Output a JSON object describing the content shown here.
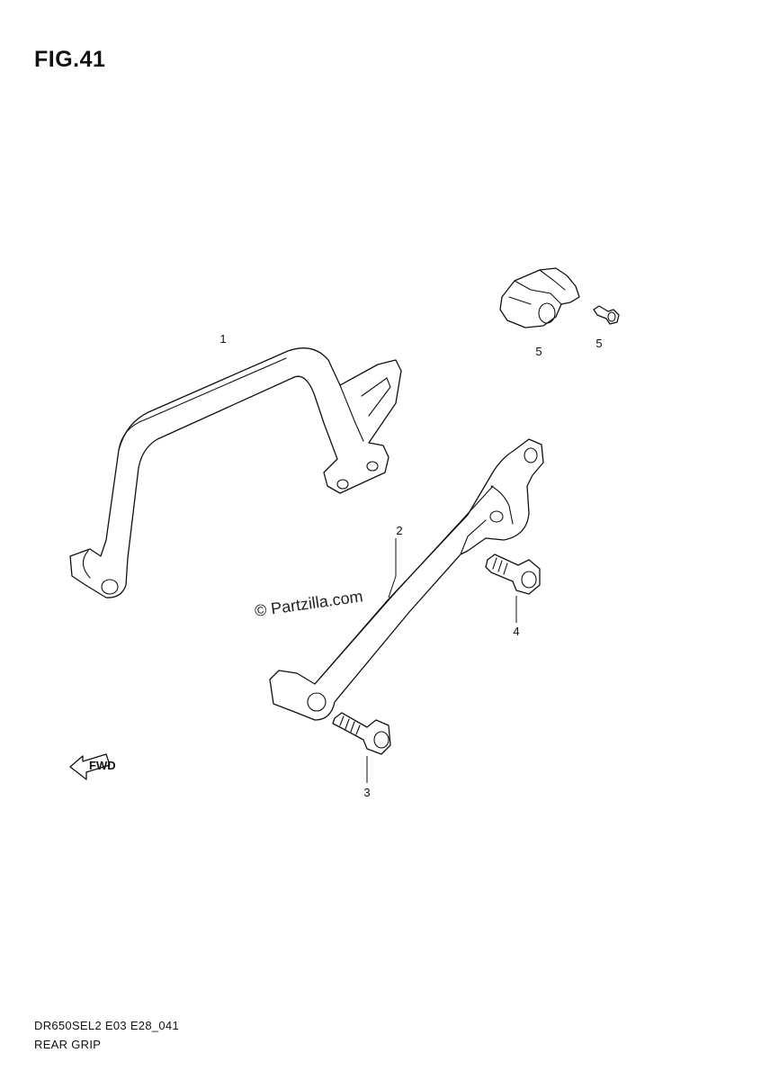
{
  "figure": {
    "title": "FIG.41"
  },
  "callouts": [
    "1",
    "2",
    "3",
    "4",
    "5",
    "5"
  ],
  "watermark": "© Partzilla.com",
  "arrow_label": "FWD",
  "footer": {
    "code": "DR650SEL2 E03 E28_041",
    "name": "REAR GRIP"
  }
}
